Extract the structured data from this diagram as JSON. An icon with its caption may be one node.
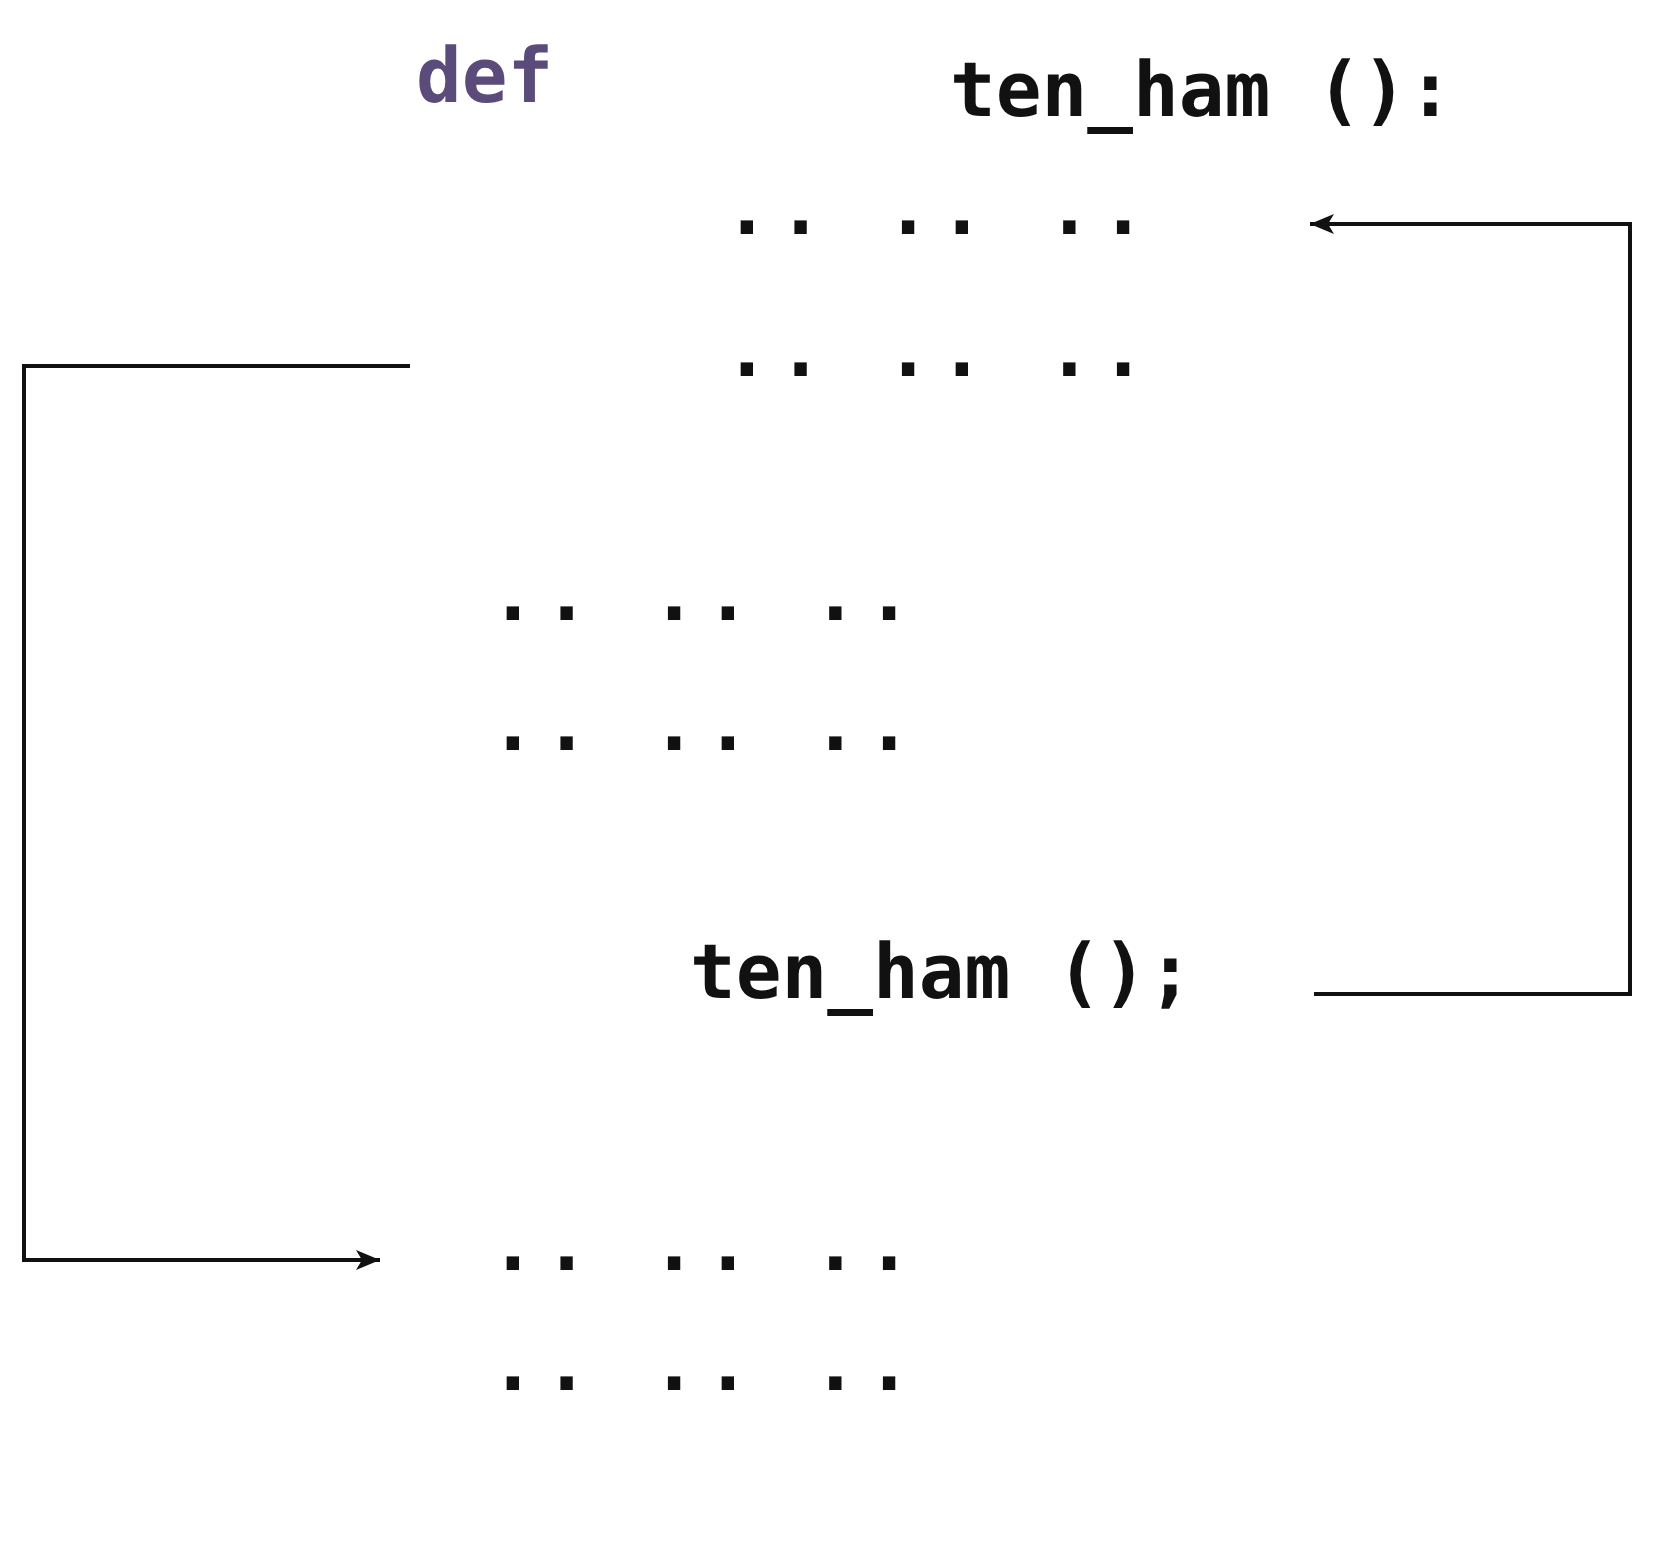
{
  "diagram": {
    "nodes": [
      {
        "text": [
          ".. .. .."
        ]
      },
      {
        "text": [
          "ten_ham ();"
        ]
      },
      {
        "text": [
          ".. .. .."
        ]
      }
    ],
    "edges": [
      {
        "from": 1,
        "to": 0,
        "arrow": "to"
      },
      {
        "from": null,
        "to": 2,
        "arrow": "to"
      }
    ],
    "labels": [
      "def",
      "ten_ham ():",
      ".. .. ..",
      ".. .. ..",
      ".. .. ..",
      ".. .. .."
    ]
  }
}
